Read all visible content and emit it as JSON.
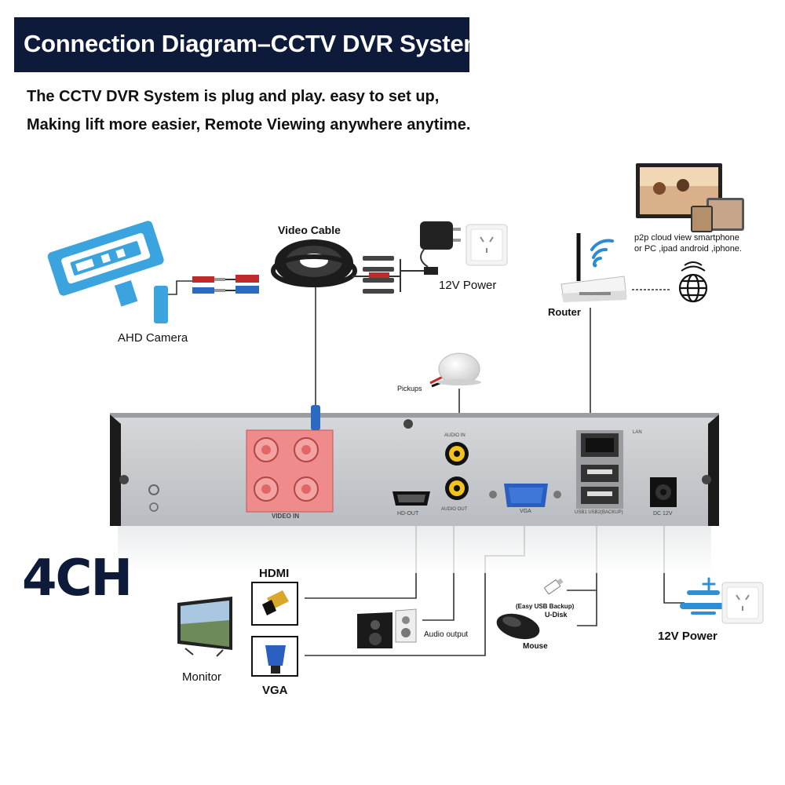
{
  "banner": {
    "title": "Connection Diagram–CCTV DVR System"
  },
  "intro": {
    "line1": "The CCTV DVR System is plug and play. easy to set up,",
    "line2": "Making lift more easier, Remote Viewing anywhere anytime."
  },
  "labels": {
    "video_cable": "Video Cable",
    "power_top": "12V Power",
    "camera": "AHD Camera",
    "router": "Router",
    "cloud_line1": "p2p cloud view smartphone",
    "cloud_line2": "or PC ,ipad android ,iphone.",
    "pickups": "Pickups",
    "channels": "4CH",
    "hdmi": "HDMI",
    "vga": "VGA",
    "monitor": "Monitor",
    "audio_output": "Audio output",
    "usb_backup": "(Easy USB Backup)",
    "udisk": "U-Disk",
    "mouse": "Mouse",
    "power_bottom": "12V Power"
  },
  "panel": {
    "video_in": "VIDEO IN",
    "audio_in": "AUDIO IN",
    "audio_out": "AUDIO OUT",
    "hd_out": "HD-OUT",
    "vga": "VGA",
    "lan": "LAN",
    "usb": "USB1  USB2(BACKUP)",
    "dc": "DC 12V"
  },
  "colors": {
    "banner": "#0d1a3a",
    "camera": "#3ba3de",
    "bnc_red": "#f07a7a",
    "panel": "#c9cbce"
  },
  "icons": [
    "camera-icon",
    "cable-reel-icon",
    "socket-icon",
    "router-icon",
    "wifi-icon",
    "globe-icon",
    "mic-icon",
    "monitor-icon",
    "hdmi-icon",
    "vga-icon",
    "speaker-icon",
    "mouse-icon",
    "usb-icon",
    "battery-icon"
  ]
}
